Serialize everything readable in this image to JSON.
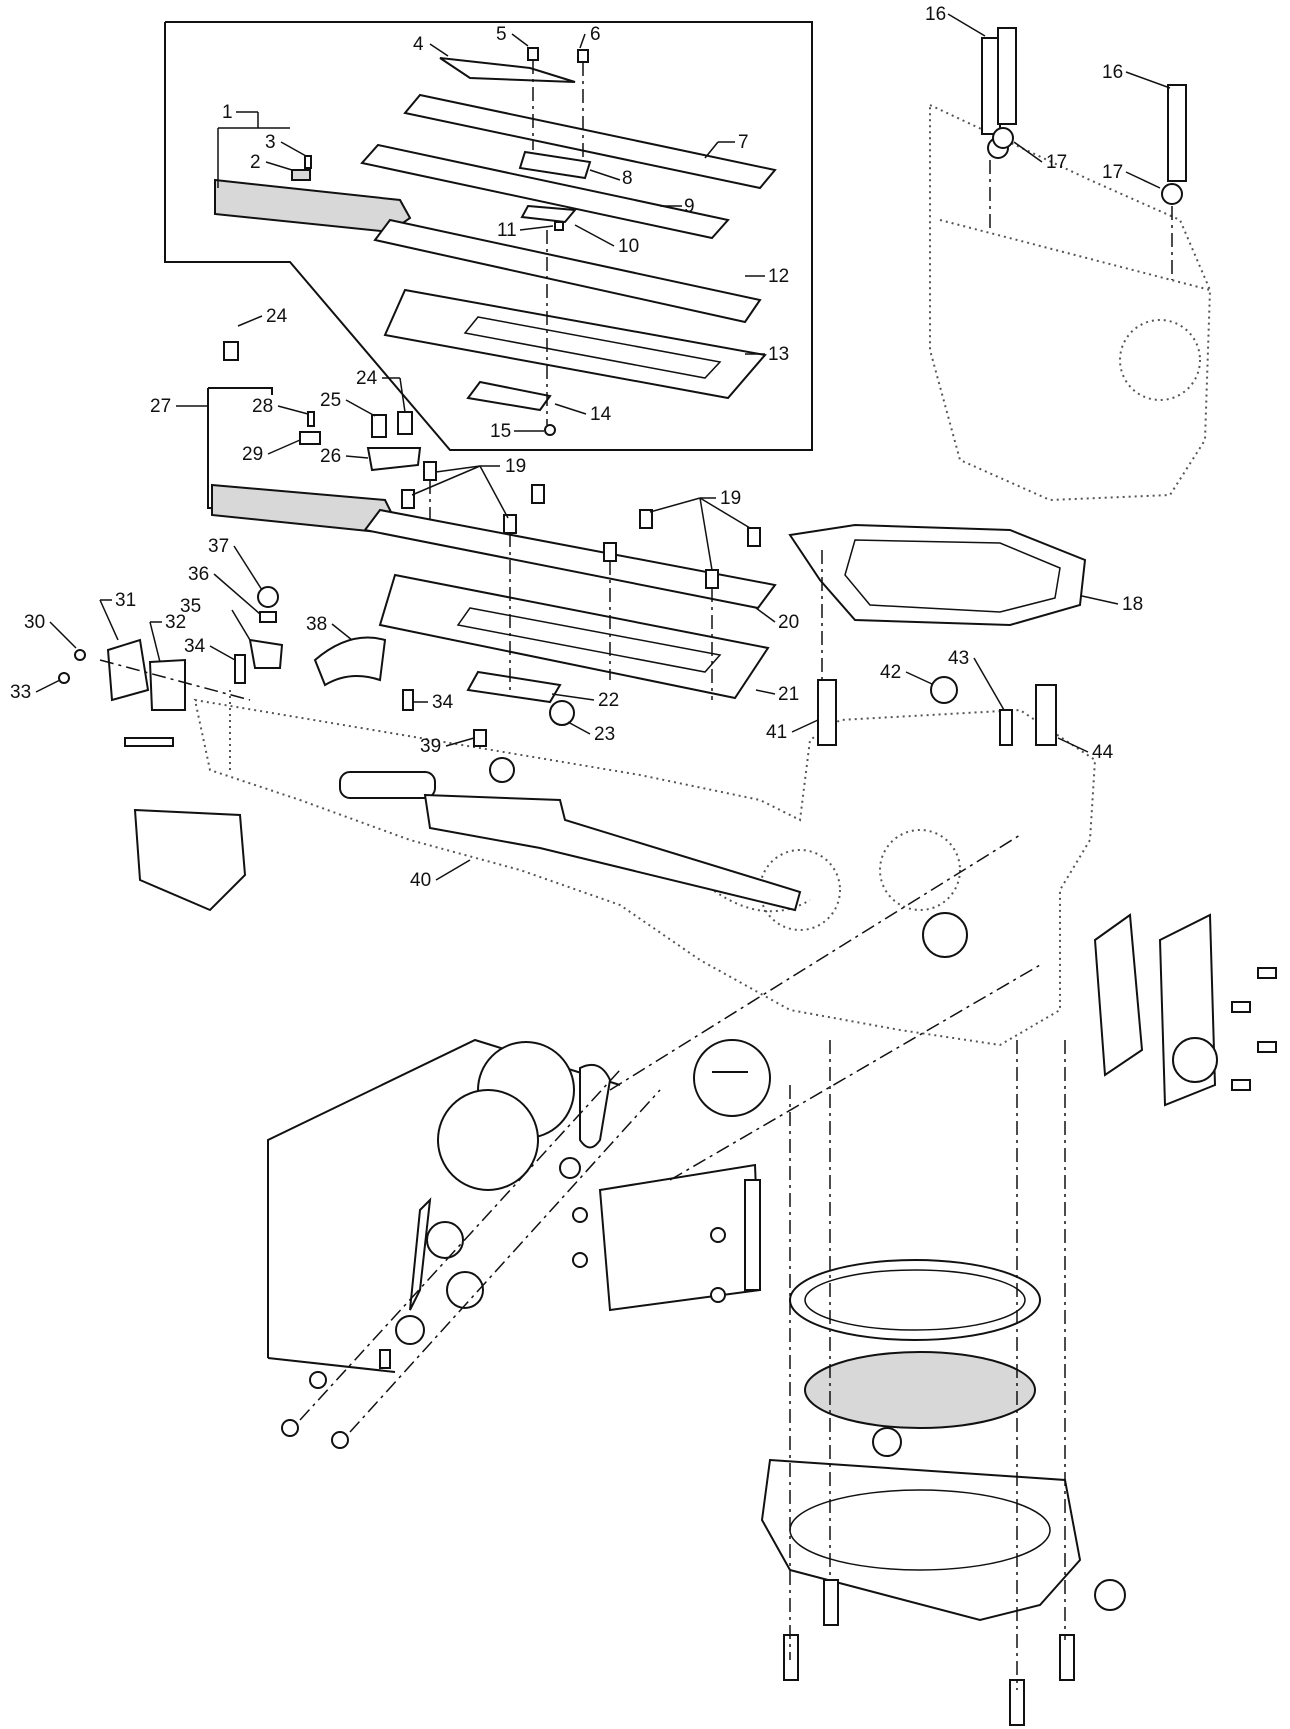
{
  "callouts": [
    {
      "id": "c1",
      "text": "1"
    },
    {
      "id": "c2",
      "text": "2"
    },
    {
      "id": "c3",
      "text": "3"
    },
    {
      "id": "c4",
      "text": "4"
    },
    {
      "id": "c5",
      "text": "5"
    },
    {
      "id": "c6",
      "text": "6"
    },
    {
      "id": "c7",
      "text": "7"
    },
    {
      "id": "c8",
      "text": "8"
    },
    {
      "id": "c9",
      "text": "9"
    },
    {
      "id": "c10",
      "text": "10"
    },
    {
      "id": "c11",
      "text": "11"
    },
    {
      "id": "c12",
      "text": "12"
    },
    {
      "id": "c13",
      "text": "13"
    },
    {
      "id": "c14",
      "text": "14"
    },
    {
      "id": "c15",
      "text": "15"
    },
    {
      "id": "c16a",
      "text": "16"
    },
    {
      "id": "c16b",
      "text": "16"
    },
    {
      "id": "c17a",
      "text": "17"
    },
    {
      "id": "c17b",
      "text": "17"
    },
    {
      "id": "c18",
      "text": "18"
    },
    {
      "id": "c19a",
      "text": "19"
    },
    {
      "id": "c19b",
      "text": "19"
    },
    {
      "id": "c20",
      "text": "20"
    },
    {
      "id": "c21",
      "text": "21"
    },
    {
      "id": "c22",
      "text": "22"
    },
    {
      "id": "c23",
      "text": "23"
    },
    {
      "id": "c24a",
      "text": "24"
    },
    {
      "id": "c24b",
      "text": "24"
    },
    {
      "id": "c25",
      "text": "25"
    },
    {
      "id": "c26",
      "text": "26"
    },
    {
      "id": "c27",
      "text": "27"
    },
    {
      "id": "c28",
      "text": "28"
    },
    {
      "id": "c29",
      "text": "29"
    },
    {
      "id": "c30",
      "text": "30"
    },
    {
      "id": "c31",
      "text": "31"
    },
    {
      "id": "c32",
      "text": "32"
    },
    {
      "id": "c33",
      "text": "33"
    },
    {
      "id": "c34a",
      "text": "34"
    },
    {
      "id": "c34b",
      "text": "34"
    },
    {
      "id": "c35",
      "text": "35"
    },
    {
      "id": "c36",
      "text": "36"
    },
    {
      "id": "c37",
      "text": "37"
    },
    {
      "id": "c38",
      "text": "38"
    },
    {
      "id": "c39",
      "text": "39"
    },
    {
      "id": "c40",
      "text": "40"
    },
    {
      "id": "c41",
      "text": "41"
    },
    {
      "id": "c42",
      "text": "42"
    },
    {
      "id": "c43",
      "text": "43"
    },
    {
      "id": "c44",
      "text": "44"
    }
  ]
}
